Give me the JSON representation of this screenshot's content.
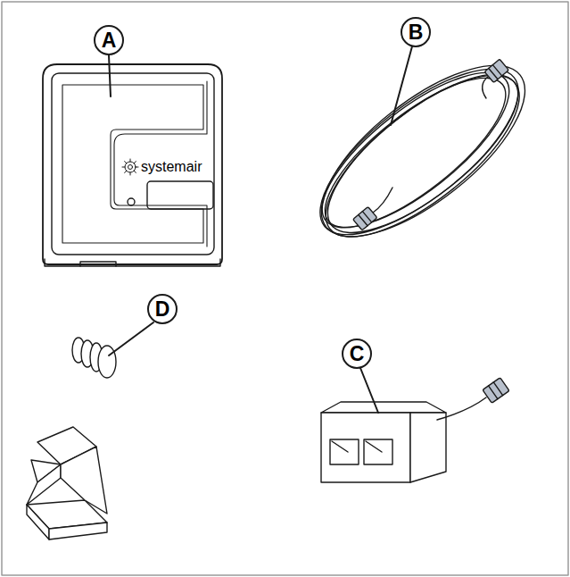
{
  "diagram": {
    "labels": [
      "A",
      "B",
      "D",
      "C",
      "systemair"
    ]
  }
}
